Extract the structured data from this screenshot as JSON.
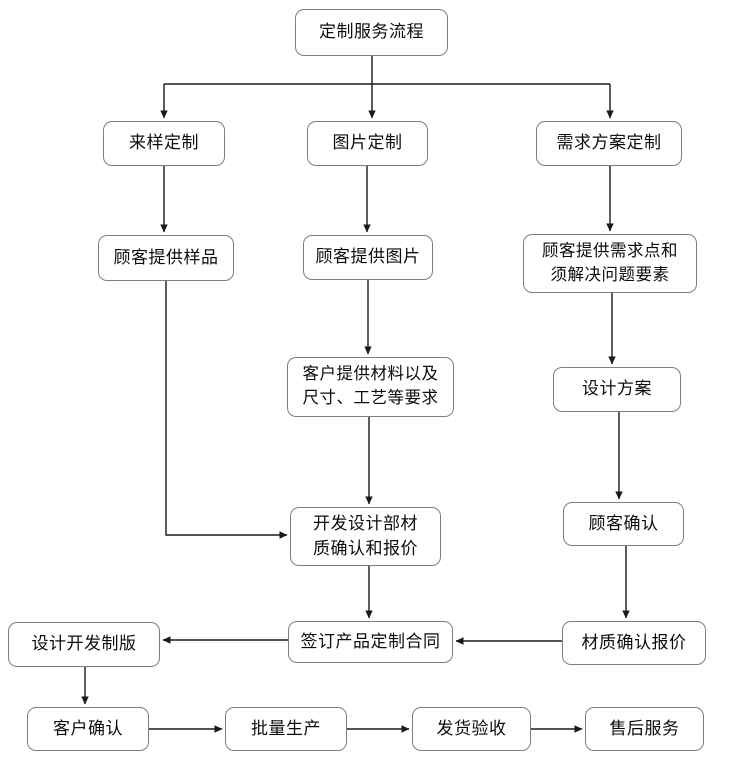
{
  "diagram_title": "定制服务流程",
  "nodes": [
    {
      "label": "定制服务流程"
    },
    {
      "label": "来样定制"
    },
    {
      "label": "图片定制"
    },
    {
      "label": "需求方案定制"
    },
    {
      "label": "顾客提供样品"
    },
    {
      "label": "顾客提供图片"
    },
    {
      "label": "顾客提供需求点和\n须解决问题要素"
    },
    {
      "label": "客户提供材料以及\n尺寸、工艺等要求"
    },
    {
      "label": "设计方案"
    },
    {
      "label": "开发设计部材\n质确认和报价"
    },
    {
      "label": "顾客确认"
    },
    {
      "label": "设计开发制版"
    },
    {
      "label": "签订产品定制合同"
    },
    {
      "label": "材质确认报价"
    },
    {
      "label": "客户确认"
    },
    {
      "label": "批量生产"
    },
    {
      "label": "发货验收"
    },
    {
      "label": "售后服务"
    }
  ],
  "colors": {
    "background": "#ffffff",
    "node_fill": "#ffffff",
    "node_border": "#7f7f7f",
    "connector": "#1a1a1a",
    "text": "#0d0d0d"
  }
}
